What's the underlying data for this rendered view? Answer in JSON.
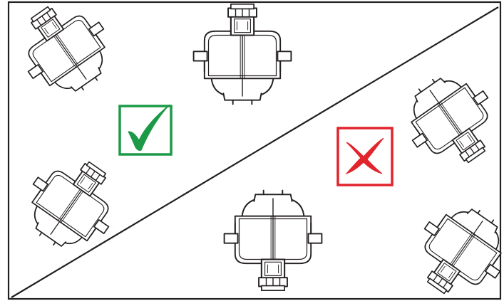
{
  "colors": {
    "outline": "#231f20",
    "correct": "#1d9a48",
    "incorrect": "#e2242d",
    "background": "#ffffff"
  },
  "icons": {
    "correct_mark": "checkmark-icon",
    "incorrect_mark": "cross-icon",
    "component": "connector-housing-icon"
  },
  "regions": {
    "correct": {
      "mark": "checkmark",
      "orientations_deg": [
        -35,
        0,
        35
      ]
    },
    "incorrect": {
      "mark": "cross",
      "orientations_deg": [
        145,
        180,
        215
      ]
    }
  }
}
